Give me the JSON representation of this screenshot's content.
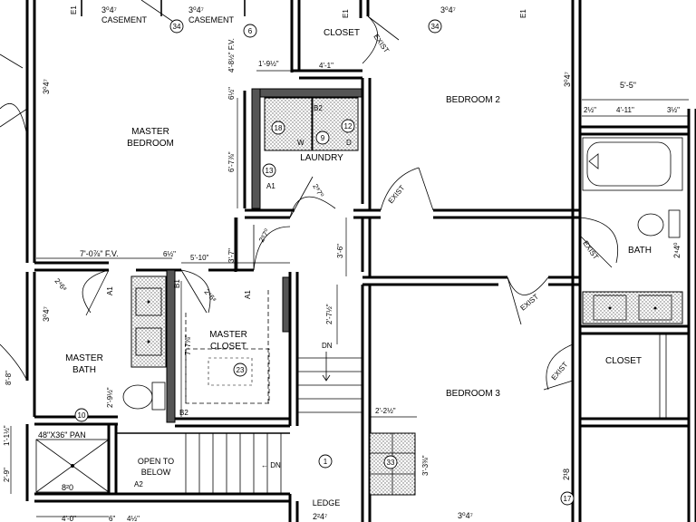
{
  "rooms": {
    "master_bedroom": [
      "MASTER",
      "BEDROOM"
    ],
    "closet_top": "CLOSET",
    "bedroom2": "BEDROOM 2",
    "laundry": "LAUNDRY",
    "bath": "BATH",
    "master_closet": [
      "MASTER",
      "CLOSET"
    ],
    "master_bath": [
      "MASTER",
      "BATH"
    ],
    "closet_right": "CLOSET",
    "bedroom3": "BEDROOM 3",
    "open_to_below": [
      "OPEN TO",
      "BELOW"
    ],
    "ledge": "LEDGE"
  },
  "windows": {
    "e1": "E1",
    "casement": "CASEMENT",
    "win_3047": "3⁰4⁷",
    "win_2247": "2²4⁷",
    "win_820": "8²0",
    "win_2440": "2⁴4⁰",
    "win_2118": "2¹8"
  },
  "doors": {
    "exist": "EXIST",
    "d2870": "2⁸7⁰",
    "d2468": "2⁴6⁸"
  },
  "dims": {
    "d_4_8_fv": "4'-8½\" F.V.",
    "d_1_9": "1'-9½\"",
    "d_4_1": "4'-1\"",
    "d_5_5": "5'-5\"",
    "d_4_11": "4'-11\"",
    "d_2_half": "2½\"",
    "d_3_half": "3½\"",
    "d_6_half": "6½\"",
    "d_6_7": "6'-7⅞\"",
    "d_3_7": "3'-7\"",
    "d_3_6": "3'-6\"",
    "d_7_0": "7'-0⅞\" F.V.",
    "d_6_half_b": "6½\"",
    "d_5_10": "5'-10\"",
    "d_2_7": "2'-7½\"",
    "d_7_7": "7'-7⅞\"",
    "d_8_8": "8'-8\"",
    "d_2_9": "2'-9½\"",
    "d_1_1": "1'-1½\"",
    "d_2_9b": "2'-9\"",
    "d_2_2": "2'-2½\"",
    "d_3_3": "3'-3⅜\"",
    "d_4_0": "4'-0\"",
    "d_6_bot": "6\"",
    "d_4_bot": "4½\""
  },
  "fixtures": {
    "pan": "48\"X36\" PAN",
    "w": "W",
    "d": "D",
    "a1": "A1",
    "a2": "A2",
    "b1": "B1",
    "b2": "B2",
    "dn": "DN",
    "dn_arrow": "← DN"
  },
  "tags": [
    "34",
    "6",
    "18",
    "9",
    "12",
    "13",
    "23",
    "10",
    "33",
    "17",
    "1"
  ]
}
